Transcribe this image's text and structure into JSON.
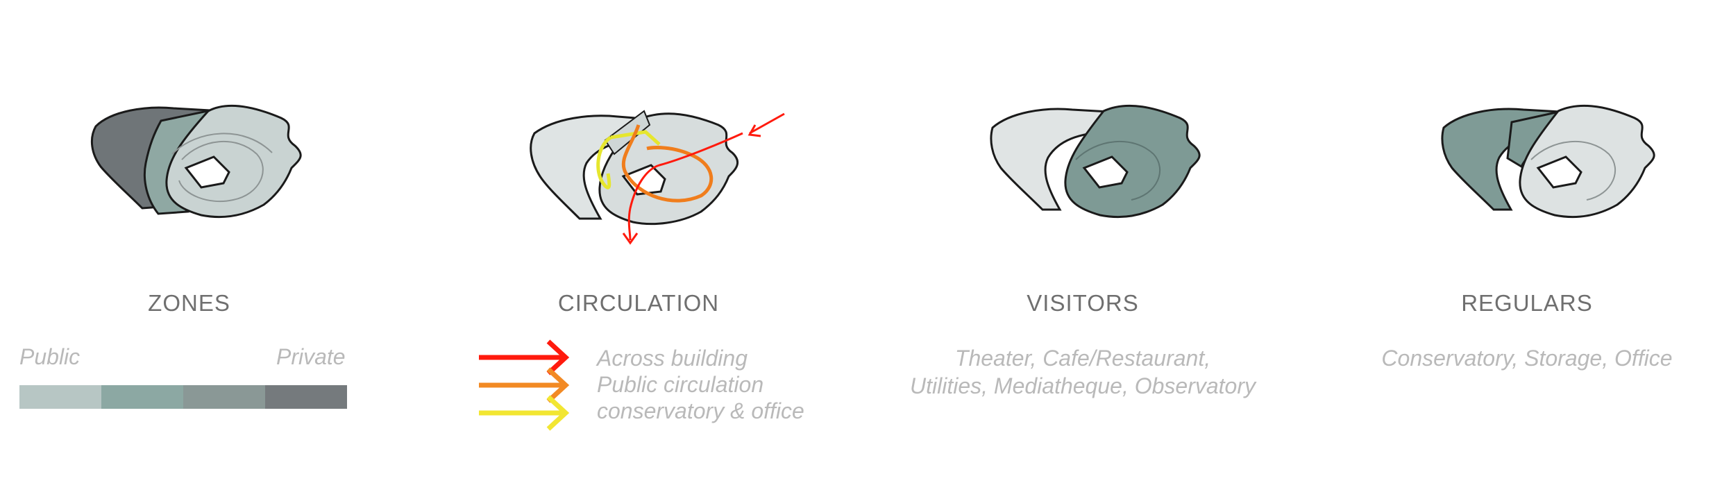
{
  "panels": {
    "zones": {
      "title": "ZONES"
    },
    "circulation": {
      "title": "CIRCULATION"
    },
    "visitors": {
      "title": "VISITORS"
    },
    "regulars": {
      "title": "REGULARS"
    }
  },
  "zones_scale": {
    "left_label": "Public",
    "right_label": "Private",
    "colors": [
      "#b7c6c4",
      "#8ca8a3",
      "#8a9896",
      "#757a7d"
    ]
  },
  "circulation_legend": [
    {
      "label": "Across building",
      "color": "#ff1a0d"
    },
    {
      "label": "Public circulation",
      "color": "#f28a24"
    },
    {
      "label": "conservatory & office",
      "color": "#f2e632"
    }
  ],
  "visitors_text": [
    "Theater, Cafe/Restaurant,",
    "Utilities, Mediatheque, Observatory"
  ],
  "regulars_text": "Conservatory, Storage, Office",
  "colors": {
    "light_mass": "#dde3e3",
    "teal_mass": "#7f9c97",
    "dark_mass": "#7a8083",
    "outline": "#1a1a1a"
  }
}
